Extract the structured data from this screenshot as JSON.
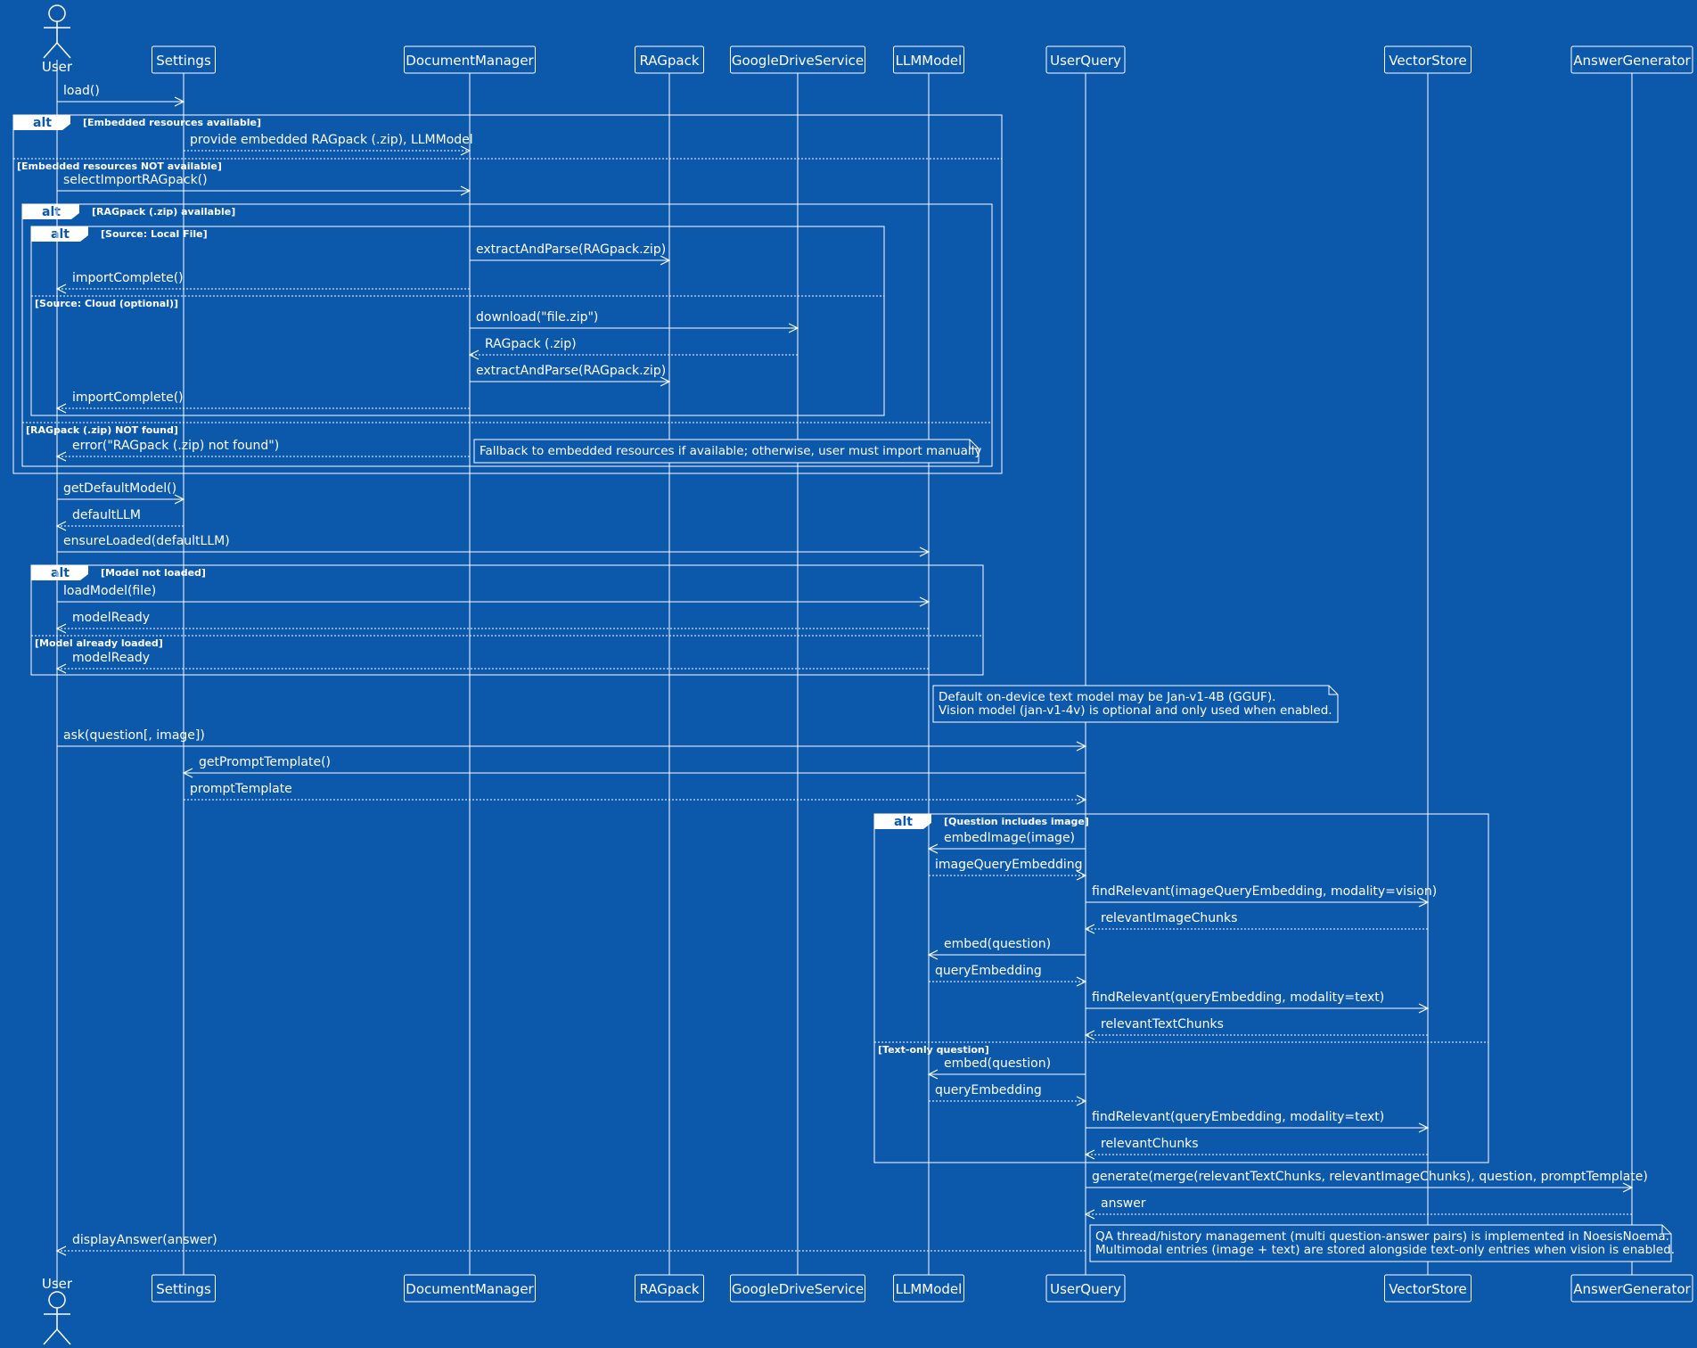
{
  "diagram": {
    "participants": [
      {
        "id": "user",
        "label": "User",
        "kind": "actor"
      },
      {
        "id": "settings",
        "label": "Settings"
      },
      {
        "id": "docmgr",
        "label": "DocumentManager"
      },
      {
        "id": "ragpack",
        "label": "RAGpack"
      },
      {
        "id": "gdrive",
        "label": "GoogleDriveService"
      },
      {
        "id": "llm",
        "label": "LLMModel"
      },
      {
        "id": "uquery",
        "label": "UserQuery"
      },
      {
        "id": "vstore",
        "label": "VectorStore"
      },
      {
        "id": "agen",
        "label": "AnswerGenerator"
      }
    ],
    "fragments": [
      {
        "id": "alt-embedded",
        "tag": "alt",
        "from": "user",
        "to": "llm",
        "conditions": [
          "[Embedded resources available]",
          "[Embedded resources NOT available]"
        ]
      },
      {
        "id": "alt-ragpack",
        "tag": "alt",
        "from": "user",
        "to": "llm",
        "conditions": [
          "[RAGpack (.zip) available]",
          "[RAGpack (.zip) NOT found]"
        ]
      },
      {
        "id": "alt-source",
        "tag": "alt",
        "from": "user",
        "to": "gdrive",
        "conditions": [
          "[Source: Local File]",
          "[Source: Cloud (optional)]"
        ]
      },
      {
        "id": "alt-model",
        "tag": "alt",
        "from": "user",
        "to": "llm",
        "conditions": [
          "[Model not loaded]",
          "[Model already loaded]"
        ]
      },
      {
        "id": "alt-image",
        "tag": "alt",
        "from": "llm",
        "to": "vstore",
        "conditions": [
          "[Question includes image]",
          "[Text-only question]"
        ]
      }
    ],
    "messages": [
      {
        "from": "user",
        "to": "settings",
        "label": "load()",
        "type": "sync"
      },
      {
        "from": "settings",
        "to": "docmgr",
        "label": "provide embedded RAGpack (.zip), LLMModel",
        "type": "reply"
      },
      {
        "from": "user",
        "to": "docmgr",
        "label": "selectImportRAGpack()",
        "type": "sync"
      },
      {
        "from": "docmgr",
        "to": "ragpack",
        "label": "extractAndParse(RAGpack.zip)",
        "type": "sync"
      },
      {
        "from": "docmgr",
        "to": "user",
        "label": "importComplete()",
        "type": "reply"
      },
      {
        "from": "docmgr",
        "to": "gdrive",
        "label": "download(\"file.zip\")",
        "type": "sync"
      },
      {
        "from": "gdrive",
        "to": "docmgr",
        "label": "RAGpack (.zip)",
        "type": "reply"
      },
      {
        "from": "docmgr",
        "to": "ragpack",
        "label": "extractAndParse(RAGpack.zip)",
        "type": "sync"
      },
      {
        "from": "docmgr",
        "to": "user",
        "label": "importComplete()",
        "type": "reply"
      },
      {
        "from": "docmgr",
        "to": "user",
        "label": "error(\"RAGpack (.zip) not found\")",
        "type": "reply"
      },
      {
        "from": "user",
        "to": "settings",
        "label": "getDefaultModel()",
        "type": "sync"
      },
      {
        "from": "settings",
        "to": "user",
        "label": "defaultLLM",
        "type": "reply"
      },
      {
        "from": "user",
        "to": "llm",
        "label": "ensureLoaded(defaultLLM)",
        "type": "sync"
      },
      {
        "from": "user",
        "to": "llm",
        "label": "loadModel(file)",
        "type": "sync"
      },
      {
        "from": "llm",
        "to": "user",
        "label": "modelReady",
        "type": "reply"
      },
      {
        "from": "llm",
        "to": "user",
        "label": "modelReady",
        "type": "reply"
      },
      {
        "from": "user",
        "to": "uquery",
        "label": "ask(question[, image])",
        "type": "sync"
      },
      {
        "from": "uquery",
        "to": "settings",
        "label": "getPromptTemplate()",
        "type": "sync"
      },
      {
        "from": "settings",
        "to": "uquery",
        "label": "promptTemplate",
        "type": "reply"
      },
      {
        "from": "uquery",
        "to": "llm",
        "label": "embedImage(image)",
        "type": "sync"
      },
      {
        "from": "llm",
        "to": "uquery",
        "label": "imageQueryEmbedding",
        "type": "reply"
      },
      {
        "from": "uquery",
        "to": "vstore",
        "label": "findRelevant(imageQueryEmbedding, modality=vision)",
        "type": "sync"
      },
      {
        "from": "vstore",
        "to": "uquery",
        "label": "relevantImageChunks",
        "type": "reply"
      },
      {
        "from": "uquery",
        "to": "llm",
        "label": "embed(question)",
        "type": "sync"
      },
      {
        "from": "llm",
        "to": "uquery",
        "label": "queryEmbedding",
        "type": "reply"
      },
      {
        "from": "uquery",
        "to": "vstore",
        "label": "findRelevant(queryEmbedding, modality=text)",
        "type": "sync"
      },
      {
        "from": "vstore",
        "to": "uquery",
        "label": "relevantTextChunks",
        "type": "reply"
      },
      {
        "from": "uquery",
        "to": "llm",
        "label": "embed(question)",
        "type": "sync"
      },
      {
        "from": "llm",
        "to": "uquery",
        "label": "queryEmbedding",
        "type": "reply"
      },
      {
        "from": "uquery",
        "to": "vstore",
        "label": "findRelevant(queryEmbedding, modality=text)",
        "type": "sync"
      },
      {
        "from": "vstore",
        "to": "uquery",
        "label": "relevantChunks",
        "type": "reply"
      },
      {
        "from": "uquery",
        "to": "agen",
        "label": "generate(merge(relevantTextChunks, relevantImageChunks), question, promptTemplate)",
        "type": "sync"
      },
      {
        "from": "agen",
        "to": "uquery",
        "label": "answer",
        "type": "reply"
      },
      {
        "from": "uquery",
        "to": "user",
        "label": "displayAnswer(answer)",
        "type": "reply"
      }
    ],
    "notes": [
      {
        "over": "docmgr",
        "lines": [
          "Fallback to embedded resources if available; otherwise, user must import manually"
        ]
      },
      {
        "over": "llm",
        "lines": [
          "Default on-device text model may be Jan-v1-4B (GGUF).",
          "Vision model (jan-v1-4v) is optional and only used when enabled."
        ]
      },
      {
        "over": "uquery",
        "lines": [
          "QA thread/history management (multi question-answer pairs) is implemented in NoesisNoema.",
          "Multimodal entries (image + text) are stored alongside text-only entries when vision is enabled."
        ]
      }
    ]
  },
  "colors": {
    "background": "#0c58ab",
    "line": "#ffffff",
    "text": "#ffffff"
  }
}
